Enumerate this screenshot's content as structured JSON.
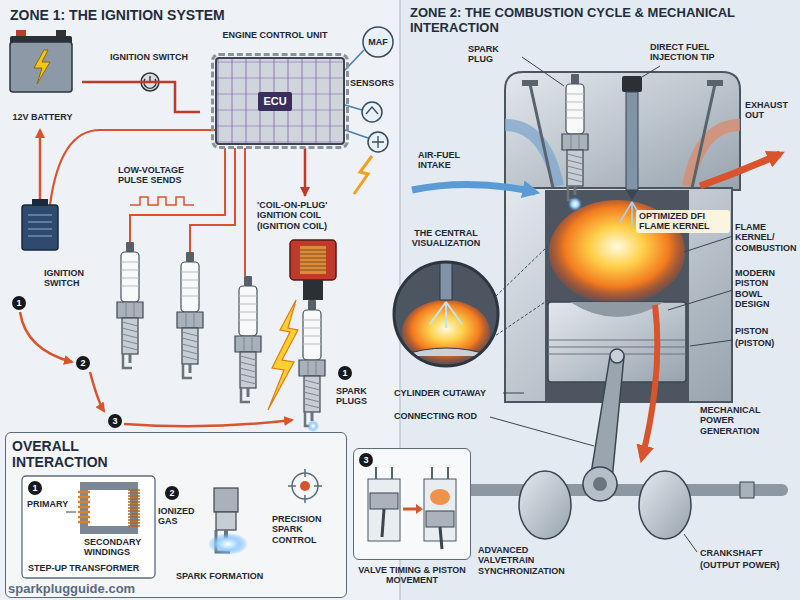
{
  "diagram": {
    "nodes": [
      {
        "text": [
          "12V BATTERY"
        ]
      },
      {
        "text": [
          "ENGINE CONTROL UNIT",
          "ECU"
        ]
      },
      {
        "text": [
          "'COIL-ON-PLUG' IGNITION COIL (IGNITION COIL)"
        ]
      },
      {
        "text": [
          "OVERALL INTERACTION"
        ]
      },
      {
        "text": [
          "VALVE TIMING & PISTON MOVEMENT"
        ]
      },
      {
        "text": [
          "THE CENTRAL VISUALIZATION"
        ]
      }
    ],
    "edges": [
      {
        "from": 0,
        "to": 1,
        "arrow": "none"
      },
      {
        "from": 1,
        "to": 2,
        "arrow": "to"
      }
    ],
    "labels": [
      "ZONE 1: THE IGNITION SYSTEM",
      "ZONE 2: THE COMBUSTION CYCLE & MECHANICAL INTERACTION",
      "IGNITION SWITCH",
      "MAF",
      "SENSORS",
      "LOW-VOLTAGE PULSE SENDS",
      "1",
      "IGNITION SWITCH",
      "2",
      "3",
      "1",
      "SPARK PLUGS",
      "1",
      "PRIMARY",
      "SECONDARY WINDINGS",
      "STEP-UP TRANSFORMER",
      "2",
      "IONIZED GAS",
      "SPARK FORMATION",
      "PRECISION SPARK CONTROL",
      "3",
      "ADVANCED VALVETRAIN SYNCHRONIZATION",
      "SPARK PLUG",
      "DIRECT FUEL INJECTION TIP",
      "EXHAUST OUT",
      "AIR-FUEL INTAKE",
      "OPTIMIZED DFI FLAME KERNEL",
      "FLAME KERNEL/ COMBUSTION",
      "MODERN PISTON BOWL DESIGN",
      "PISTON",
      "(PISTON)",
      "CYLINDER CUTAWAY",
      "CONNECTING ROD",
      "MECHANICAL POWER GENERATION",
      "CRANKSHAFT",
      "(OUTPUT POWER)",
      "sparkplugguide.com"
    ]
  }
}
